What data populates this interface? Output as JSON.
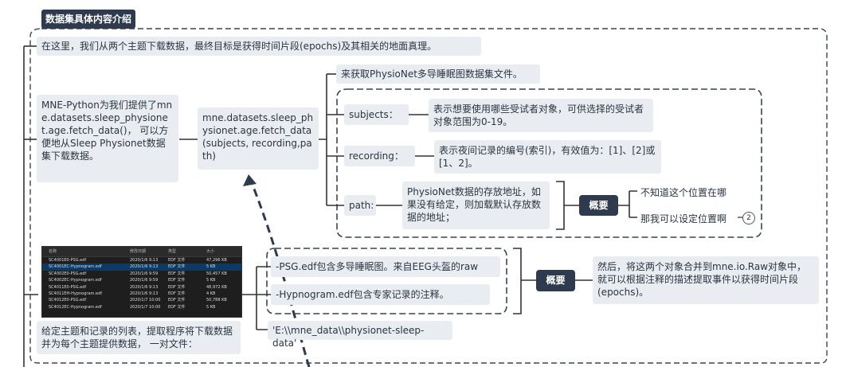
{
  "header": {
    "title": "数据集具体内容介绍"
  },
  "intro": "在这里，我们从两个主题下载数据，最终目标是获得时间片段(epochs)及其相关的地面真理。",
  "mne": {
    "desc": "MNE-Python为我们提供了mne.datasets.sleep_physionet.age.fetch_data()， 可以方便地从Sleep Physionet数据集下载数据。",
    "func": "mne.datasets.sleep_physionet.age.fetch_data(subjects, recording,path)",
    "fetch_note": "来获取PhysioNet多导睡眠图数据集文件。",
    "params": [
      {
        "name": "subjects：",
        "desc": "表示想要使用哪些受试者对象，可供选择的受试者对象范围为0-19。"
      },
      {
        "name": "recording：",
        "desc": "表示夜间记录的编号(索引)，有效值为：[1]、[2]或[1、2]。"
      },
      {
        "name": "path:",
        "desc": "PhysioNet数据的存放地址，如果没有给定，则加载默认存放数据的地址；"
      }
    ],
    "summary_label": "概要",
    "summary_items": [
      "不知道这个位置在哪",
      "那我可以设定位置啊"
    ],
    "badge": "2"
  },
  "files": {
    "caption": "给定主题和记录的列表，提取程序将下载数据并为每个主题提供数据， 一对文件：",
    "psg": "-PSG.edf包含多导睡眠图。来自EEG头盔的raw",
    "hyp": "-Hypnogram.edf包含专家记录的注释。",
    "path": "'E:\\\\mne_data\\\\physionet-sleep-data'",
    "summary_label": "概要",
    "summary_text": "然后，将这两个对象合并到mne.io.Raw对象中，就可以根据注释的描述提取事件以获得时间片段(epochs)。"
  },
  "explorer": {
    "headers": [
      "名称",
      "修改日期",
      "类型",
      "大小"
    ],
    "rows": [
      [
        "SC4001E0-PSG.edf",
        "2020/1/6 9:13",
        "EDF 文件",
        "47,296 KB"
      ],
      [
        "SC4001EC-Hypnogram.edf",
        "2020/1/6 9:13",
        "EDF 文件",
        "5 KB"
      ],
      [
        "SC4002E0-PSG.edf",
        "2020/1/6 9:59",
        "EDF 文件",
        "50,457 KB"
      ],
      [
        "SC4002EC-Hypnogram.edf",
        "2020/1/6 9:59",
        "EDF 文件",
        "5 KB"
      ],
      [
        "SC4011E0-PSG.edf",
        "2020/1/6 9:13",
        "EDF 文件",
        "48,972 KB"
      ],
      [
        "SC4011EH-Hypnogram.edf",
        "2020/1/6 9:13",
        "EDF 文件",
        "4 KB"
      ],
      [
        "SC4012E0-PSG.edf",
        "2020/1/7 10:00",
        "EDF 文件",
        "50,788 KB"
      ],
      [
        "SC4012EC-Hypnogram.edf",
        "2020/1/7 10:00",
        "EDF 文件",
        "5 KB"
      ]
    ],
    "selected_row": 1
  }
}
